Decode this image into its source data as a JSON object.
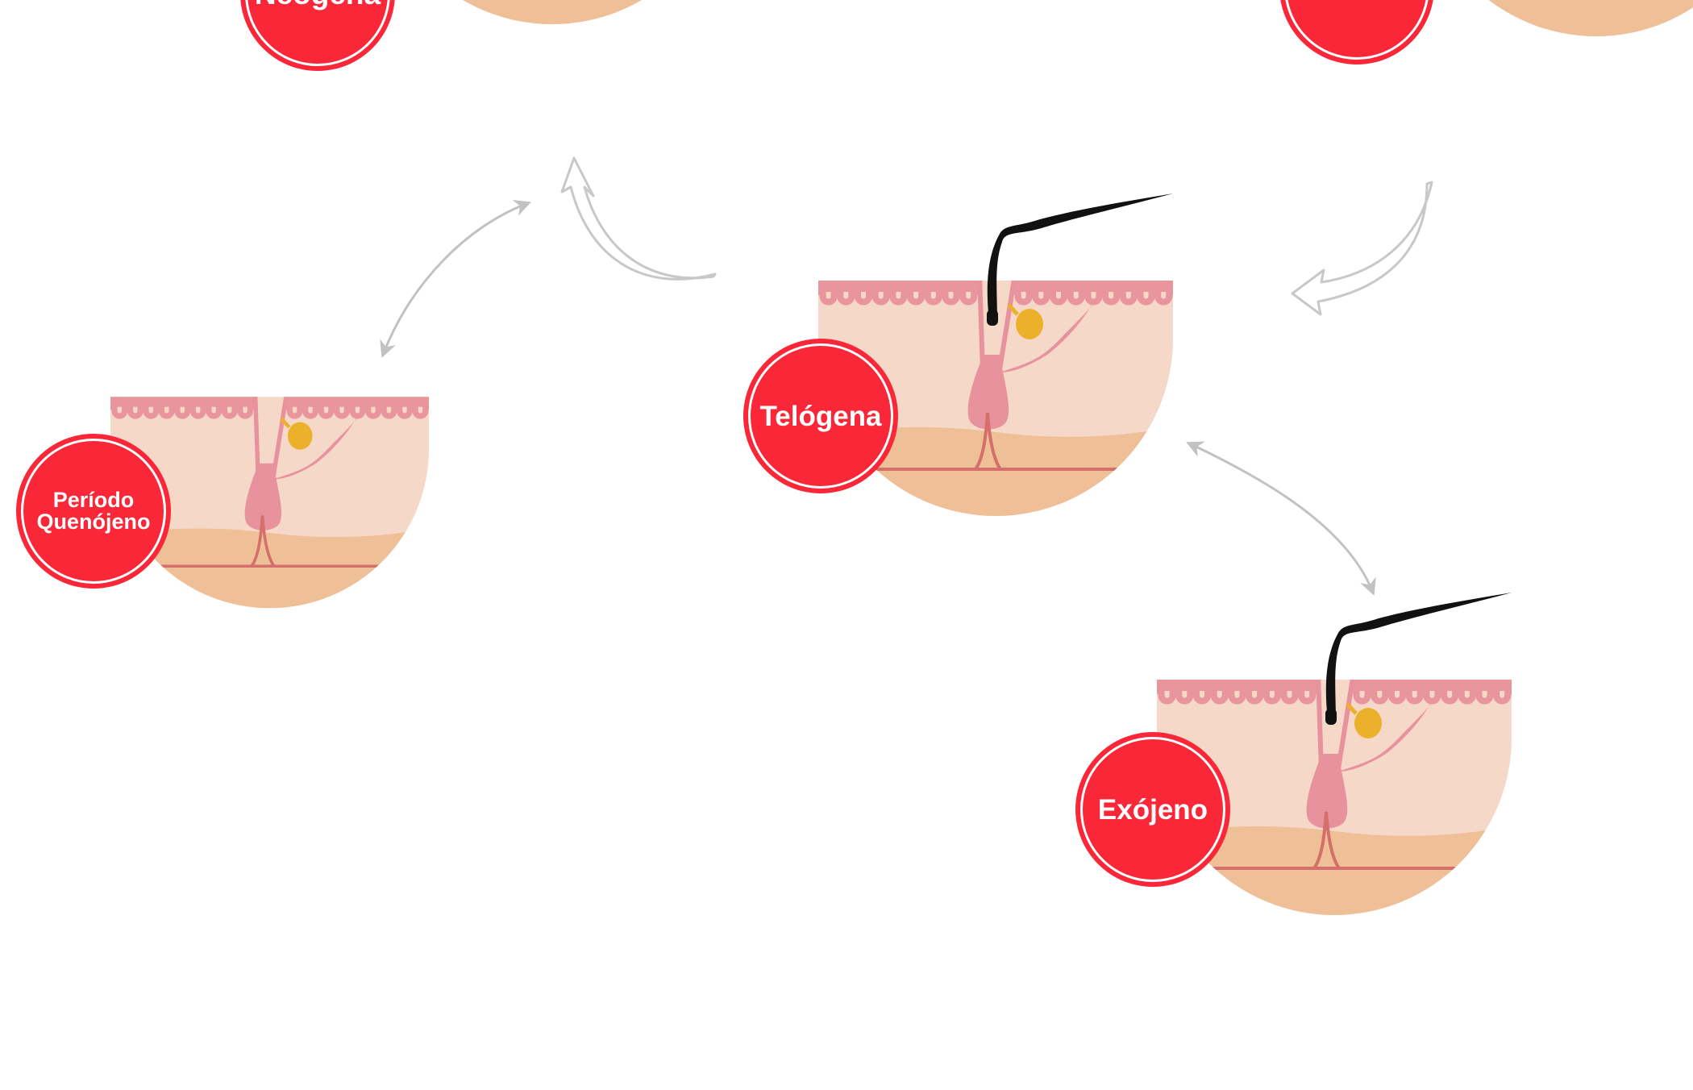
{
  "diagram": {
    "colors": {
      "badge": "#f92737",
      "badge_ring": "#ffffff",
      "epidermis": "#e8959e",
      "dermis": "#f5d8c7",
      "subcutis": "#efbf98",
      "follicle": "#e8929d",
      "follicle_line": "#d46f6a",
      "gland": "#ecb12b",
      "hair": "#111111",
      "arrow": "#c2c2c2"
    },
    "stages": [
      {
        "id": "neogena",
        "label": "Neógena",
        "has_hair": false
      },
      {
        "id": "top-right",
        "label": "",
        "has_hair": false
      },
      {
        "id": "quenojeno",
        "label_line1": "Período",
        "label_line2": "Quenójeno",
        "has_hair": false
      },
      {
        "id": "telogena",
        "label": "Telógena",
        "has_hair": true
      },
      {
        "id": "exojeno",
        "label": "Exójeno",
        "has_hair": true
      }
    ],
    "arrows": [
      {
        "id": "hollow-arrow-left",
        "style": "hollow"
      },
      {
        "id": "hollow-arrow-right",
        "style": "hollow"
      },
      {
        "id": "double-arrow-left",
        "style": "double-headed"
      },
      {
        "id": "double-arrow-right",
        "style": "double-headed"
      }
    ]
  }
}
